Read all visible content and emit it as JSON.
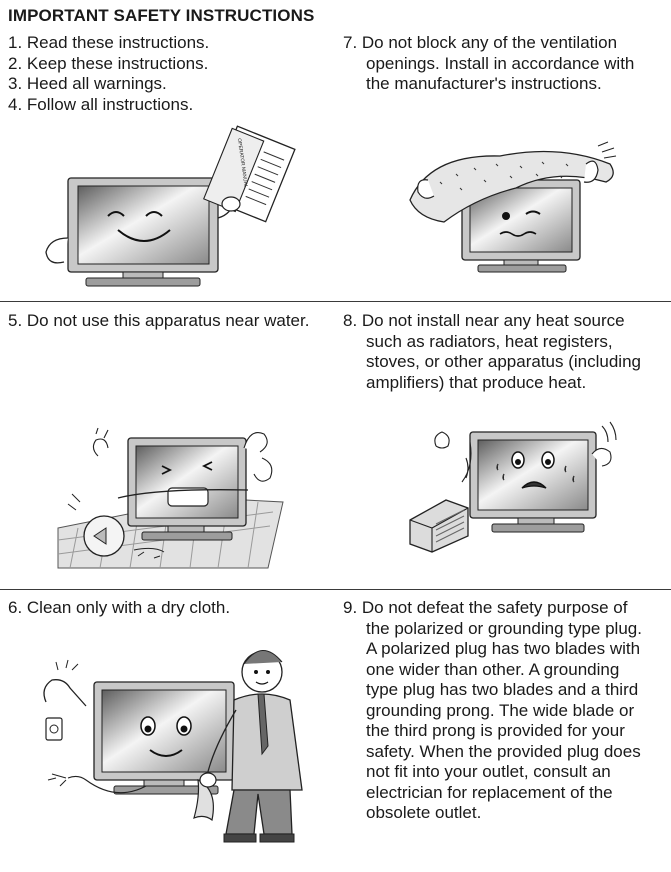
{
  "title": "IMPORTANT SAFETY INSTRUCTIONS",
  "left_top": [
    "1. Read these instructions.",
    "2. Keep these instructions.",
    "3. Heed all warnings.",
    "4. Follow all instructions."
  ],
  "item7": [
    "7. Do not block any of the ventilation",
    "openings. Install in accordance with",
    "the manufacturer's instructions."
  ],
  "item5": [
    "5. Do not use this apparatus near water."
  ],
  "item8": [
    "8. Do not install near any heat source",
    "such as radiators, heat registers,",
    "stoves, or other apparatus (including",
    "amplifiers) that produce heat."
  ],
  "item6": [
    "6. Clean only with a dry cloth."
  ],
  "item9": [
    "9. Do not defeat the safety purpose of",
    "the polarized or grounding type plug.",
    "A polarized plug has two blades with",
    "one wider than other. A grounding",
    "type plug has two blades and a third",
    "grounding prong. The wide blade or",
    "the third prong is provided for your",
    "safety. When the provided plug does",
    "not fit into your outlet, consult an",
    "electrician for replacement of the",
    "obsolete outlet."
  ],
  "manual_label": "OPERATOR MANUAL"
}
